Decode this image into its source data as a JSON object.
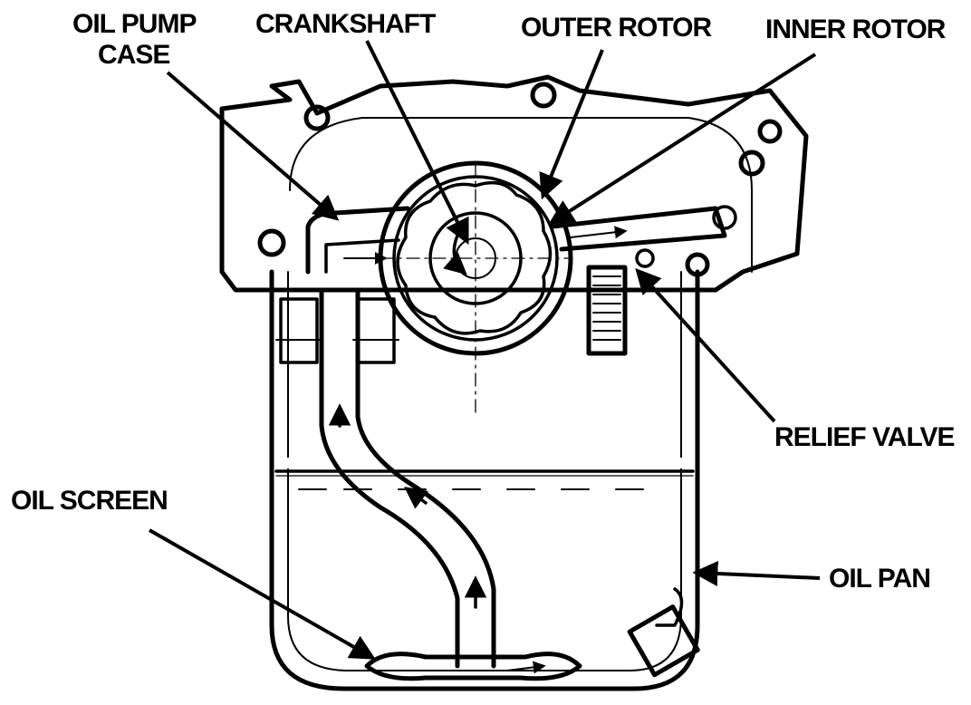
{
  "diagram": {
    "labels": {
      "oil_pump_case_line1": "OIL PUMP",
      "oil_pump_case_line2": "CASE",
      "crankshaft": "CRANKSHAFT",
      "outer_rotor": "OUTER ROTOR",
      "inner_rotor": "INNER ROTOR",
      "relief_valve": "RELIEF VALVE",
      "oil_screen": "OIL SCREEN",
      "oil_pan": "OIL PAN"
    },
    "colors": {
      "ink": "#000000",
      "paper": "#ffffff",
      "stipple": "#bdbdbd"
    }
  }
}
